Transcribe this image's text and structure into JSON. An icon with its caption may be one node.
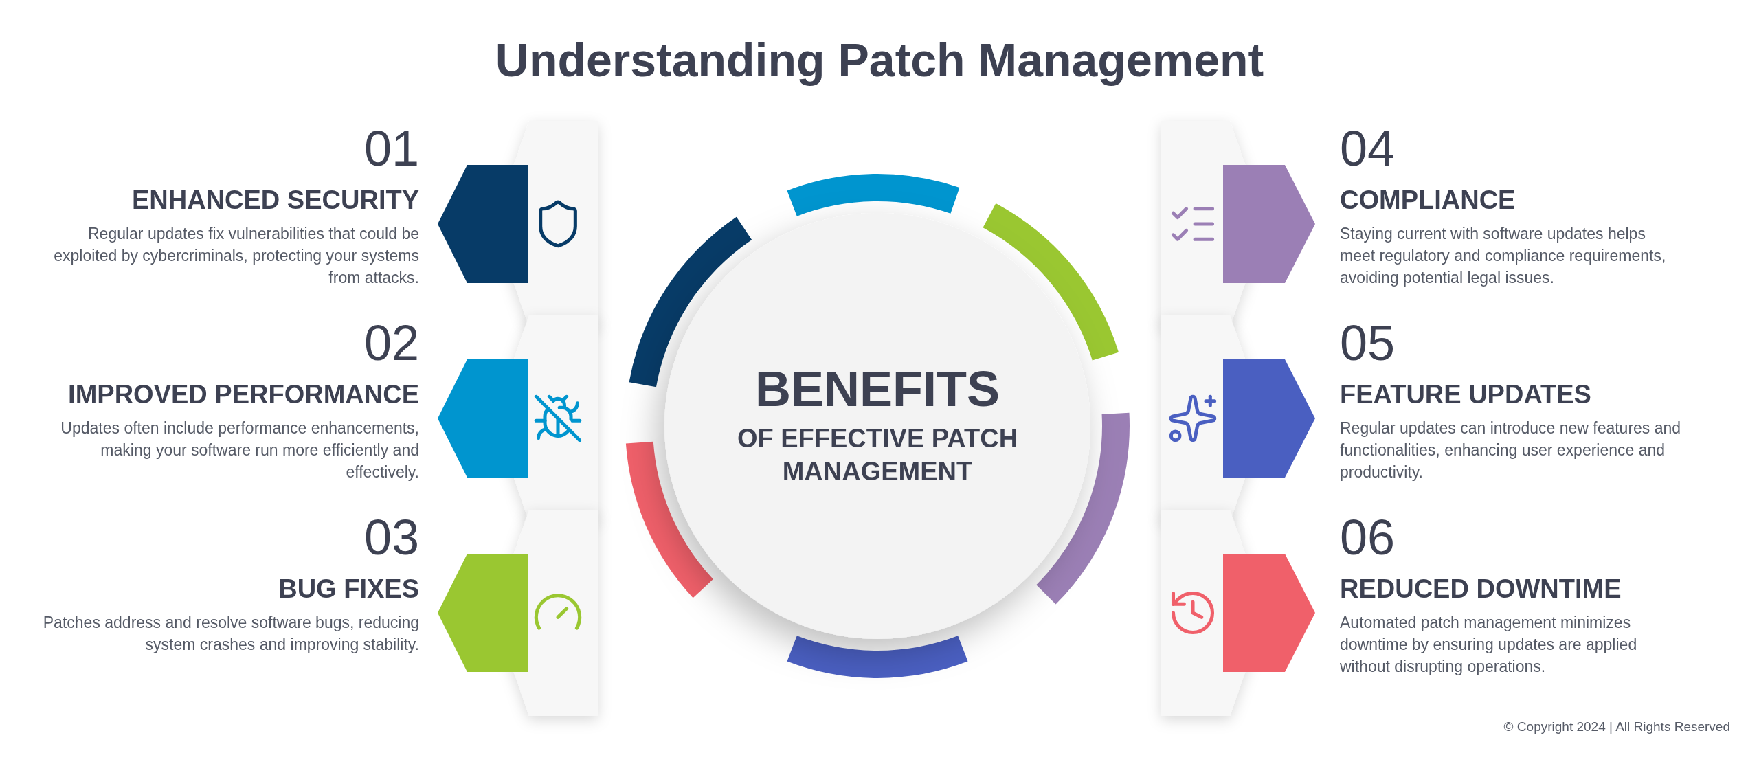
{
  "diagram": {
    "title": "Understanding Patch Management",
    "nodes": [
      {
        "text": [
          "BENEFITS",
          "OF EFFECTIVE PATCH MANAGEMENT"
        ]
      },
      {
        "text": [
          "01",
          "ENHANCED SECURITY",
          "Regular updates fix vulnerabilities that could be exploited by cybercriminals, protecting your systems from attacks."
        ]
      },
      {
        "text": [
          "02",
          "IMPROVED PERFORMANCE",
          "Updates often include performance enhancements, making your software run more efficiently and effectively."
        ]
      },
      {
        "text": [
          "03",
          "BUG FIXES",
          "Patches address and resolve software bugs, reducing system crashes and improving stability."
        ]
      },
      {
        "text": [
          "04",
          "COMPLIANCE",
          "Staying current with software updates helps meet regulatory and compliance requirements, avoiding potential legal issues."
        ]
      },
      {
        "text": [
          "05",
          "FEATURE UPDATES",
          "Regular updates can introduce new features and functionalities, enhancing user experience and productivity."
        ]
      },
      {
        "text": [
          "06",
          "REDUCED DOWNTIME",
          "Automated patch management minimizes downtime by ensuring updates are applied without disrupting operations."
        ]
      }
    ],
    "edges": [],
    "labels": [
      "© Copyright 2024 | All Rights Reserved"
    ]
  }
}
